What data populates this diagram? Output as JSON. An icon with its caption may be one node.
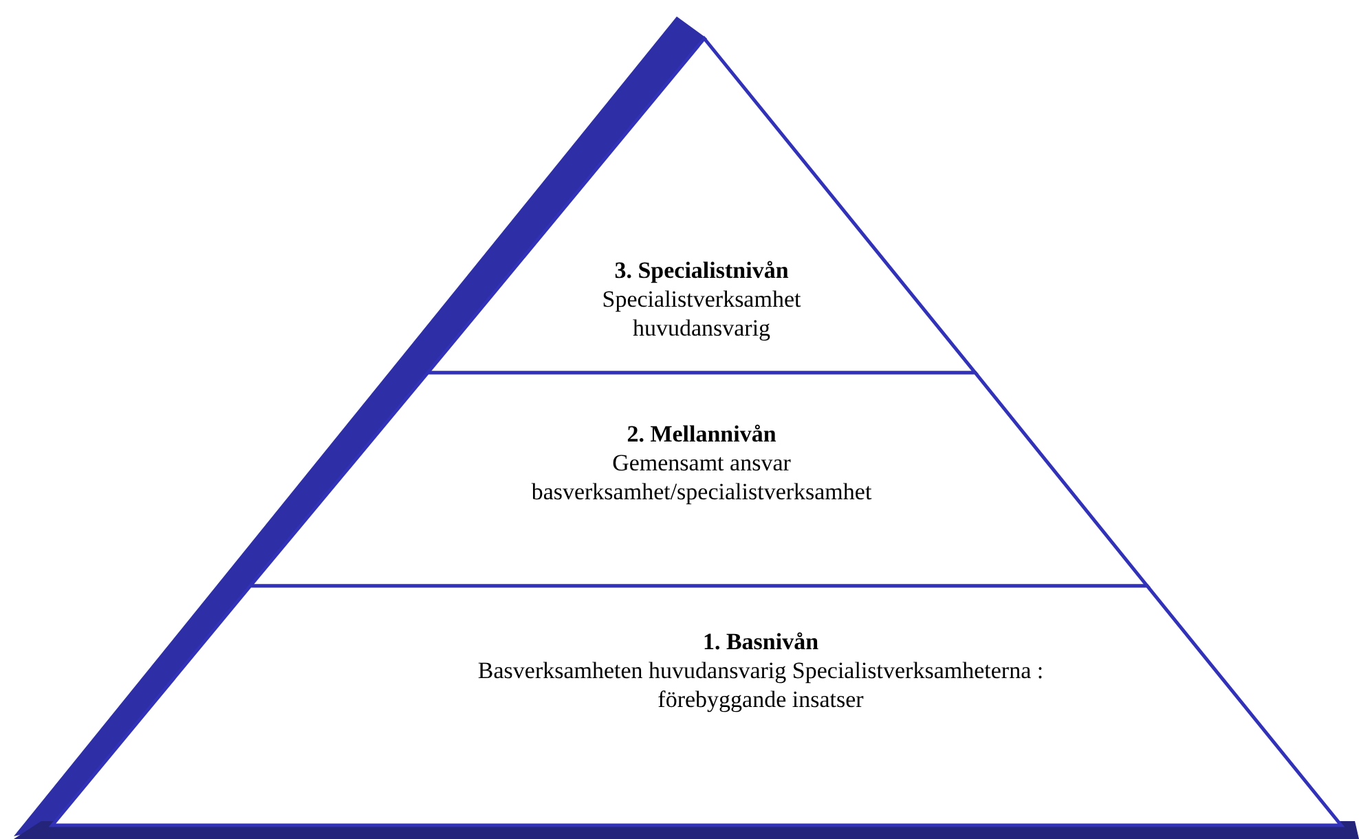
{
  "diagram": {
    "nodes": [
      {
        "text": [
          "3. Specialistnivån",
          "Specialistverksamhet huvudansvarig"
        ]
      },
      {
        "text": [
          "2. Mellannivån",
          "Gemensamt ansvar basverksamhet/specialistverksamhet"
        ]
      },
      {
        "text": [
          "1. Basnivån",
          "Basverksamheten huvudansvarig Specialistverksamheterna : förebyggande insatser"
        ]
      }
    ]
  }
}
